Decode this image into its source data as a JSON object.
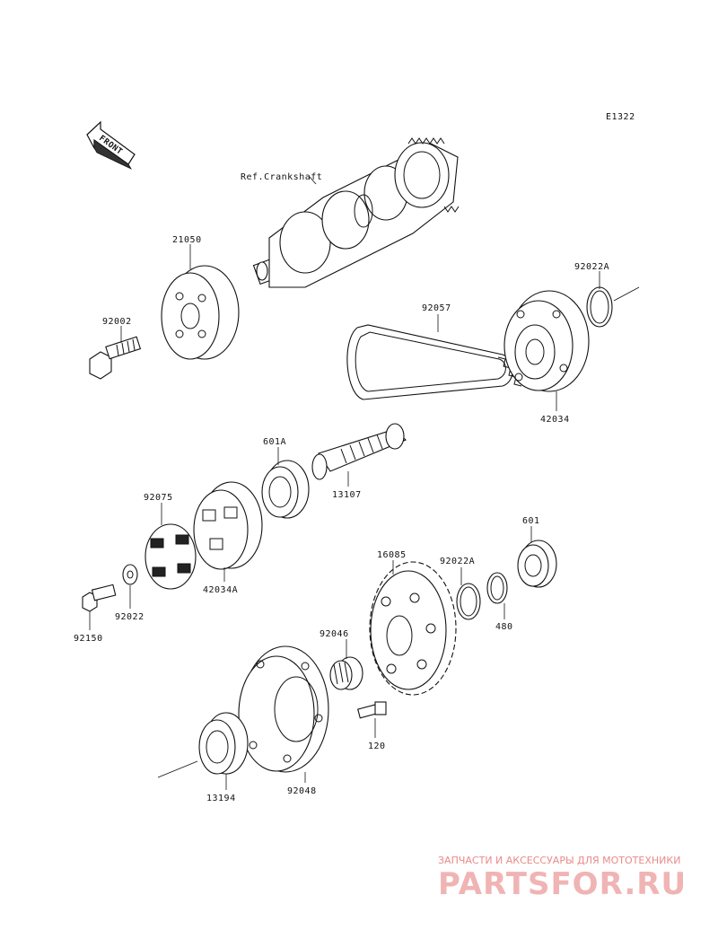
{
  "diagram_code": "E1322",
  "front_label": "FRONT",
  "ref_label": "Ref.Crankshaft",
  "parts": {
    "p21050": "21050",
    "p92002": "92002",
    "p92022A_top": "92022A",
    "p92057": "92057",
    "p42034": "42034",
    "p601A": "601A",
    "p13107": "13107",
    "p92075": "92075",
    "p42034A": "42034A",
    "p92022": "92022",
    "p92150": "92150",
    "p16085": "16085",
    "p92022A_mid": "92022A",
    "p601": "601",
    "p480": "480",
    "p92046": "92046",
    "p120": "120",
    "p13194": "13194",
    "p92048": "92048"
  },
  "watermark": {
    "tagline": "ЗАПЧАСТИ И АКСЕССУАРЫ ДЛЯ МОТОТЕХНИКИ",
    "brand": "PARTSFOR.RU"
  }
}
